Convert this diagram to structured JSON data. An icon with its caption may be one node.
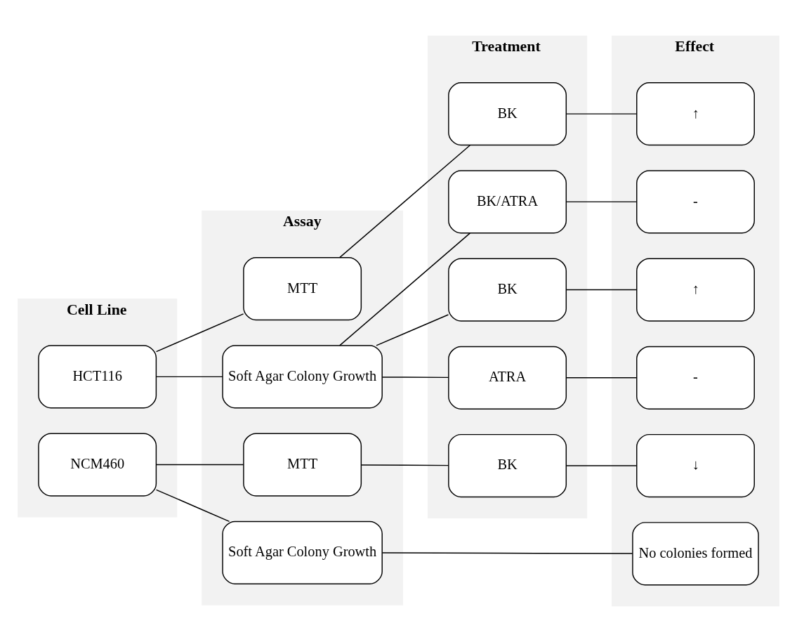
{
  "diagram": {
    "nodes": [
      {
        "text": [
          "Cell Line"
        ]
      },
      {
        "text": [
          "Assay"
        ]
      },
      {
        "text": [
          "Treatment"
        ]
      },
      {
        "text": [
          "Effect"
        ]
      },
      {
        "text": [
          "NCM460"
        ],
        "in": 0
      },
      {
        "text": [
          "HCT116"
        ],
        "in": 0
      },
      {
        "text": [
          "MTT"
        ],
        "in": 1
      },
      {
        "text": [
          "Soft Agar Colony Growth"
        ],
        "in": 1
      },
      {
        "text": [
          "MTT"
        ],
        "in": 1
      },
      {
        "text": [
          "Soft Agar Colony Growth"
        ],
        "in": 1
      },
      {
        "text": [
          "BK"
        ],
        "in": 2
      },
      {
        "text": [
          "BK"
        ],
        "in": 2
      },
      {
        "text": [
          "BK"
        ],
        "in": 2
      },
      {
        "text": [
          "ATRA"
        ],
        "in": 2
      },
      {
        "text": [
          "BK/ATRA"
        ],
        "in": 2
      },
      {
        "text": [
          "↓"
        ],
        "in": 3
      },
      {
        "text": [
          "No colonies formed"
        ],
        "in": 3
      },
      {
        "text": [
          "↑"
        ],
        "in": 3
      },
      {
        "text": [
          "↑"
        ],
        "in": 3
      },
      {
        "text": [
          "-"
        ],
        "in": 3
      },
      {
        "text": [
          "-"
        ],
        "in": 3
      }
    ],
    "edges": [
      {
        "from": 4,
        "to": 6,
        "arrow": "none"
      },
      {
        "from": 4,
        "to": 7,
        "arrow": "none"
      },
      {
        "from": 6,
        "to": 10,
        "arrow": "none"
      },
      {
        "from": 10,
        "to": 15,
        "arrow": "none"
      },
      {
        "from": 7,
        "to": 16,
        "arrow": "none"
      },
      {
        "from": 5,
        "to": 8,
        "arrow": "none"
      },
      {
        "from": 5,
        "to": 9,
        "arrow": "none"
      },
      {
        "from": 8,
        "to": 11,
        "arrow": "none"
      },
      {
        "from": 11,
        "to": 17,
        "arrow": "none"
      },
      {
        "from": 9,
        "to": 12,
        "arrow": "none"
      },
      {
        "from": 9,
        "to": 13,
        "arrow": "none"
      },
      {
        "from": 9,
        "to": 14,
        "arrow": "none"
      },
      {
        "from": 12,
        "to": 18,
        "arrow": "none"
      },
      {
        "from": 13,
        "to": 19,
        "arrow": "none"
      },
      {
        "from": 14,
        "to": 20,
        "arrow": "none"
      }
    ]
  }
}
